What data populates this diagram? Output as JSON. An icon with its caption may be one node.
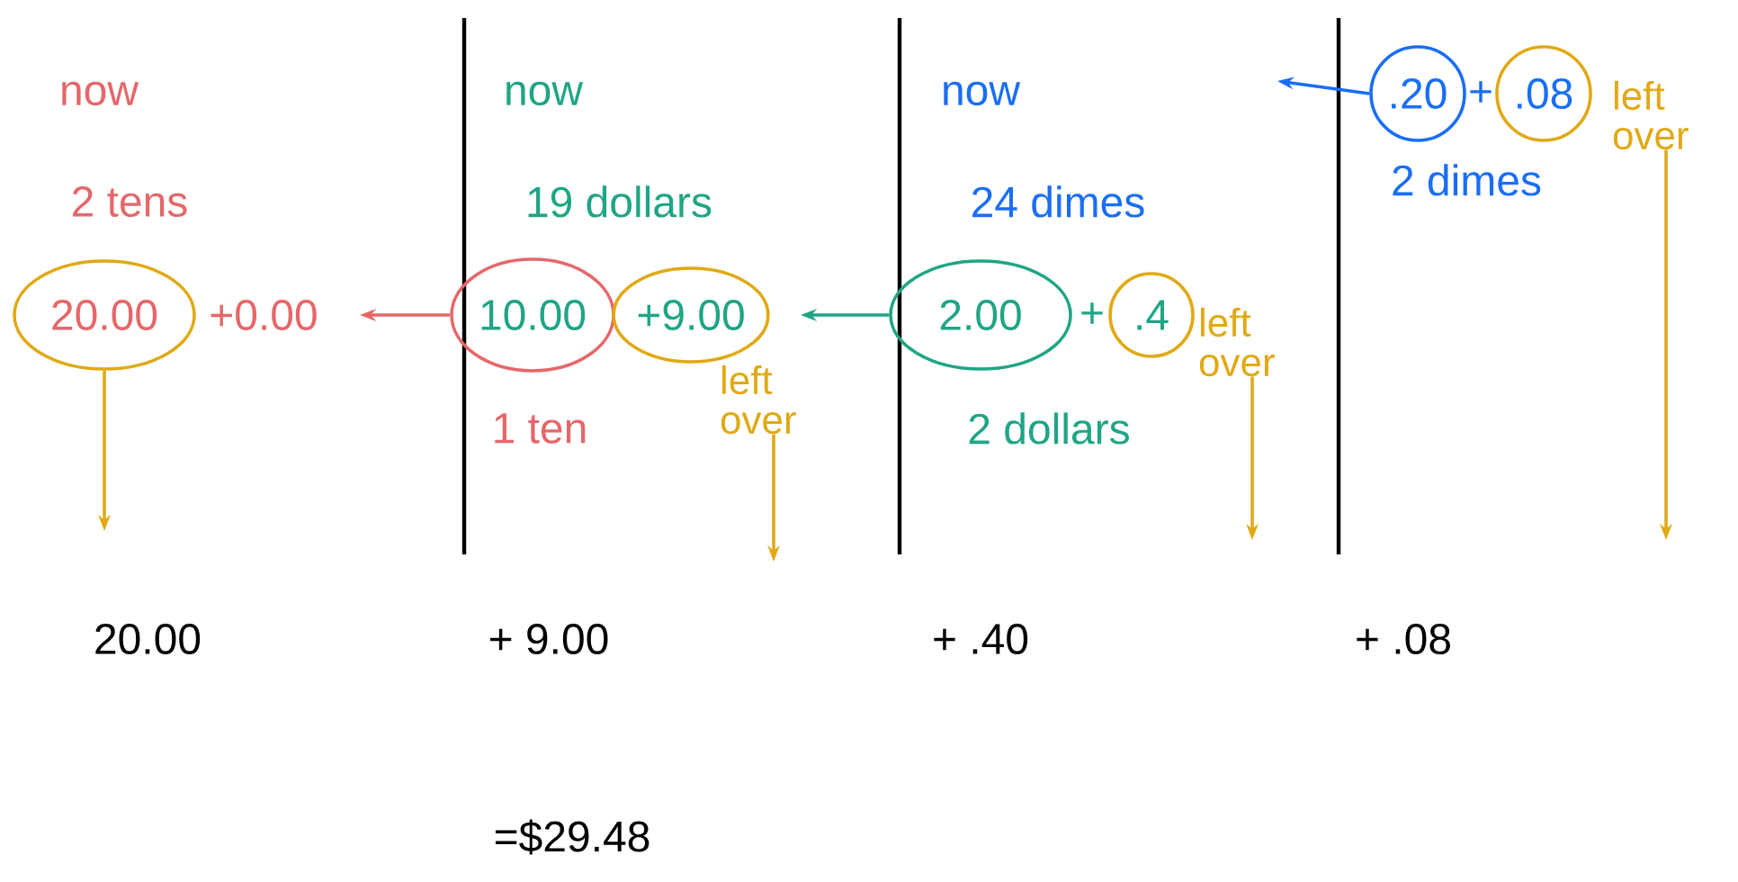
{
  "diagram": {
    "nodes": [
      {
        "text": [
          "20.00"
        ],
        "beside": [
          "+0.00"
        ]
      },
      {
        "text": [
          "10.00"
        ]
      },
      {
        "text": [
          "+9.00"
        ]
      },
      {
        "text": [
          "left over"
        ]
      },
      {
        "text": [
          "2.00"
        ]
      },
      {
        "text": [
          ".4"
        ]
      },
      {
        "text": [
          "left over"
        ]
      },
      {
        "text": [
          ".20"
        ]
      },
      {
        "text": [
          ".08"
        ]
      },
      {
        "text": [
          "left over"
        ]
      }
    ],
    "edges": [
      {
        "from": 0,
        "to": null,
        "arrow": "to",
        "color": "#e0a915"
      },
      {
        "from": 3,
        "to": null,
        "arrow": "to",
        "color": "#e0a915"
      },
      {
        "from": 6,
        "to": null,
        "arrow": "to",
        "color": "#e0a915"
      },
      {
        "from": 9,
        "to": null,
        "arrow": "to",
        "color": "#e0a915"
      },
      {
        "from": 1,
        "to": null,
        "arrow": "to",
        "color": "#e5676a"
      },
      {
        "from": 4,
        "to": null,
        "arrow": "to",
        "color": "#1fa585"
      },
      {
        "from": 7,
        "to": null,
        "arrow": "to",
        "color": "#1a6ef5"
      }
    ],
    "labels": [
      "now",
      "2 tens",
      "now",
      "19 dollars",
      "1 ten",
      "now",
      "24 dimes",
      "+",
      "2 dollars",
      "+",
      "2 dimes",
      "20.00",
      "+ 9.00",
      "+ .40",
      "+ .08",
      "=$29.48"
    ]
  }
}
